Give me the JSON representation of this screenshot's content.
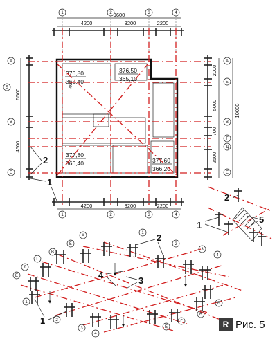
{
  "figure": {
    "caption": "Рис. 5",
    "top_dims": {
      "overall": "9600",
      "spans": [
        "4200",
        "3200",
        "2200"
      ]
    },
    "bottom_dims": {
      "spans": [
        "4200",
        "3200",
        "2200"
      ]
    },
    "right_dims": {
      "overall": "10000",
      "spans": [
        "2000",
        "5000",
        "700",
        "2500"
      ]
    },
    "left_dims": {
      "spans": [
        "5500",
        "4500"
      ]
    },
    "axis_numbers": [
      "1",
      "2",
      "3",
      "4"
    ],
    "axis_letters": [
      "А",
      "Б",
      "В",
      "Г",
      "Д",
      "Е"
    ],
    "room_levels": [
      {
        "top": "376,80",
        "bottom": "365,40"
      },
      {
        "top": "376,50",
        "bottom": "365,10"
      },
      {
        "top": "377,80",
        "bottom": "366,40"
      },
      {
        "top": "377,60",
        "bottom": "366,20"
      }
    ],
    "wall_thickness": "40",
    "callouts": [
      "1",
      "2",
      "3",
      "4",
      "5"
    ]
  }
}
